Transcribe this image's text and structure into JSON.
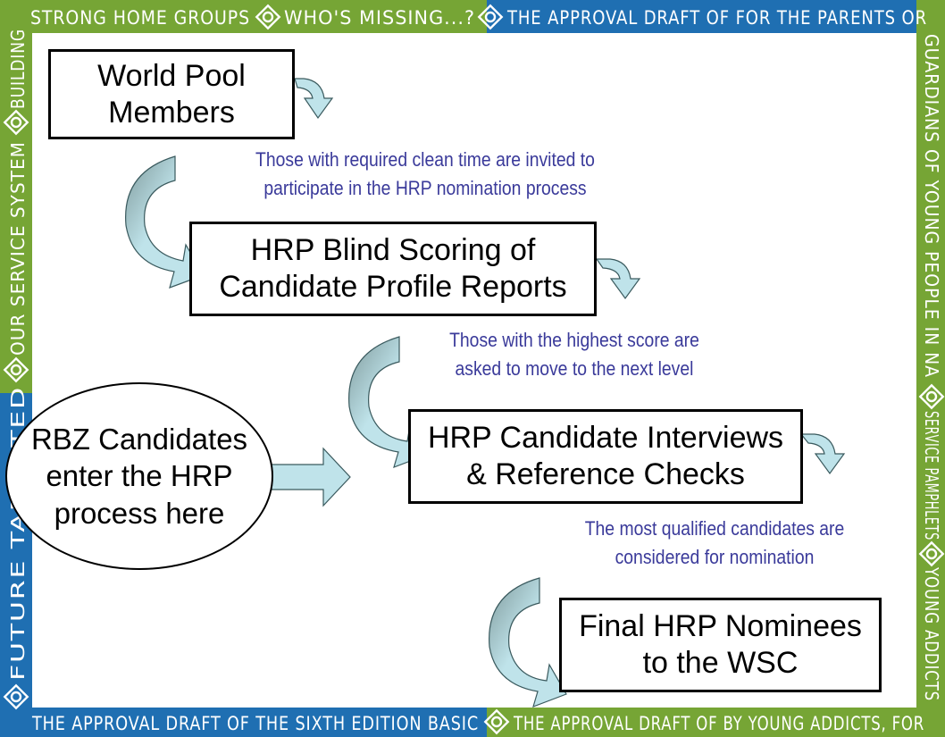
{
  "border": {
    "top_left": "STRONG HOME GROUPS",
    "top_mid": "WHO'S MISSING...?",
    "top_right": "THE APPROVAL DRAFT OF FOR THE PARENTS OR",
    "right_upper": "GUARDIANS OF YOUNG PEOPLE IN NA",
    "right_lower": "SERVICE PAMPHLETS",
    "right_bottom": "YOUNG ADDICTS",
    "bottom_left": "THE APPROVAL DRAFT OF THE SIXTH EDITION BASIC",
    "bottom_right": "THE APPROVAL DRAFT OF BY YOUNG ADDICTS, FOR",
    "left_top": "BUILDING",
    "left_mid": "OUR SERVICE SYSTEM",
    "left_bottom": "FUTURE TARGETED",
    "colors": {
      "green": "#76a535",
      "blue": "#1f6fb2",
      "white": "#ffffff"
    }
  },
  "boxes": {
    "world_pool": [
      "World Pool",
      "Members"
    ],
    "blind_scoring": [
      "HRP Blind Scoring of",
      "Candidate Profile Reports"
    ],
    "interviews": [
      "HRP Candidate Interviews",
      "& Reference Checks"
    ],
    "nominees": [
      "Final HRP Nominees",
      "to the WSC"
    ]
  },
  "notes": {
    "clean_time": [
      "Those with required clean time are invited to",
      "participate in the HRP nomination process"
    ],
    "highest_score": [
      "Those with the highest score are",
      "asked to move to the next level"
    ],
    "qualified": [
      "The most qualified candidates are",
      "considered for nomination"
    ]
  },
  "oval": [
    "RBZ Candidates",
    "enter the HRP",
    "process here"
  ],
  "colors": {
    "arrow_fill": "#bfe3ea",
    "arrow_dark": "#7f9a9c",
    "note_text": "#3a3a9a"
  }
}
